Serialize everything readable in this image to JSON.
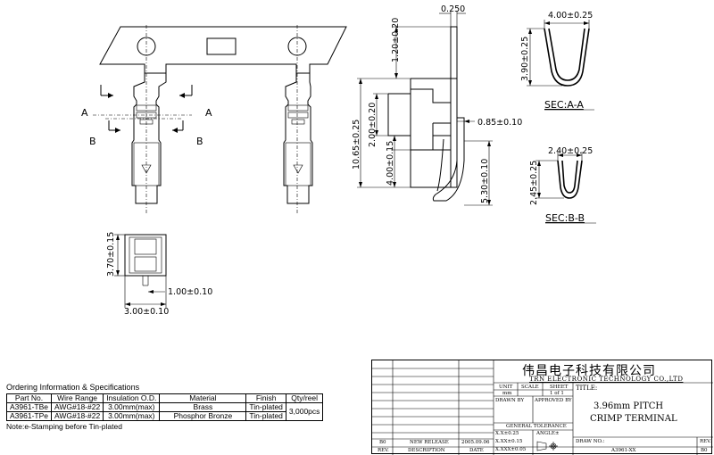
{
  "views": {
    "section_a_label": "A",
    "section_b_label": "B",
    "dim_thickness": "0.250",
    "dim_top": "1.20±0.20",
    "dim_total_length": "10.65±0.25",
    "dim_2_00": "2.00±0.20",
    "dim_0_85": "0.85±0.10",
    "dim_4_00": "4.00±0.15",
    "dim_5_30": "5.30±0.10",
    "dim_3_70": "3.70±0.15",
    "dim_1_00": "1.00±0.10",
    "dim_3_00": "3.00±0.10",
    "sec_a_width": "4.00±0.25",
    "sec_a_height": "3.90±0.25",
    "sec_a_title": "SEC:A-A",
    "sec_b_width": "2.40±0.25",
    "sec_b_height": "2.45±0.25",
    "sec_b_title": "SEC:B-B"
  },
  "spec_table": {
    "title": "Ordering Information & Specifications",
    "headers": [
      "Part No.",
      "Wire Range",
      "Insulation O.D.",
      "Material",
      "Finish",
      "Qty/reel"
    ],
    "rows": [
      [
        "A3961-TBe",
        "AWG#18-#22",
        "3.00mm(max)",
        "Brass",
        "Tin-plated"
      ],
      [
        "A3961-TPe",
        "AWG#18-#22",
        "3.00mm(max)",
        "Phosphor Bronze",
        "Tin-plated"
      ]
    ],
    "qty": "3,000pcs",
    "note": "Note:e-Stamping before Tin-plated"
  },
  "title_block": {
    "company_cn": "伟昌电子科技有限公司",
    "company_en": "TRN ELECTRONIC TECHNOLOGY CO.,LTD",
    "unit_label": "UNIT",
    "unit_value": "mm",
    "scale_label": "SCALE",
    "sheet_label": "SHEET",
    "sheet_value": "1 of 1",
    "title_label": "TITLE:",
    "drawn_by": "DRAWN BY",
    "approved_by": "APPROVED BY",
    "product_title_1": "3.96mm PITCH",
    "product_title_2": "CRIMP TERMINAL",
    "general_tolerance": "GENERAL TOLERANCE",
    "tol_1": "X.X±0.25",
    "tol_2": "X.XX±0.15",
    "tol_3": "X.XXX±0.05",
    "angle": "ANGLE±",
    "drawing_no_label": "DRAW NO.:",
    "drawing_no": "A3961-XX",
    "rev_label": "REV.",
    "rev_value": "B0",
    "rev_row_rev": "B0",
    "rev_row_desc": "NEW RELEASE",
    "rev_row_date": "2005.09.06",
    "hdr_rev": "REV.",
    "hdr_desc": "DESCRIPTION",
    "hdr_date": "DATE"
  }
}
